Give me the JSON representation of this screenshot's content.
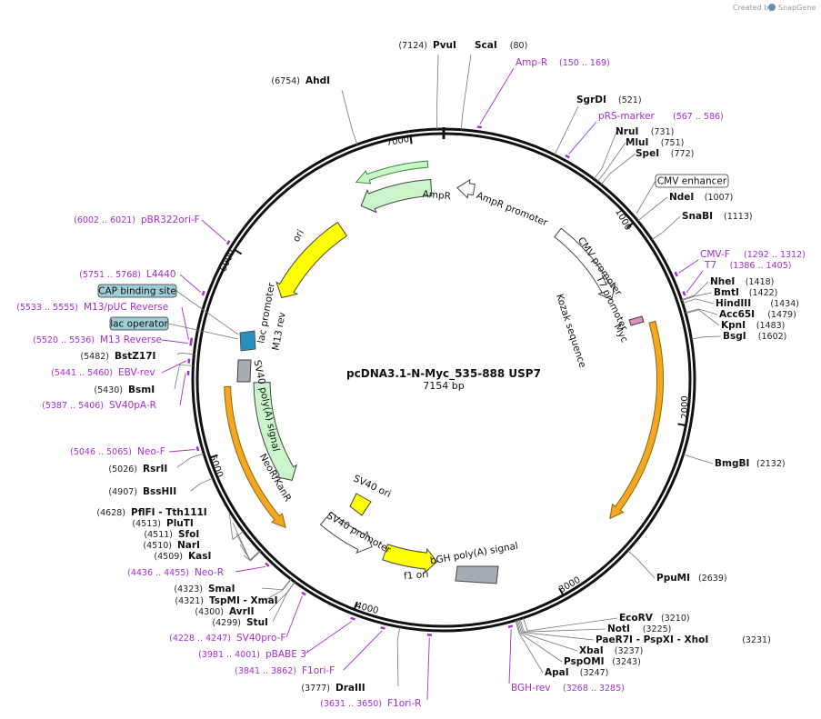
{
  "branding": {
    "prefix": "Created by",
    "product": "SnapGene"
  },
  "plasmid": {
    "name": "pcDNA3.1-N-Myc_535-888 USP7",
    "length_label": "7154 bp"
  },
  "ticks": [
    "1000",
    "2000",
    "3000",
    "4000",
    "5000",
    "6000",
    "7000"
  ],
  "enzymes": [
    {
      "name": "PvuI",
      "pos": "(7124)",
      "side": "left"
    },
    {
      "name": "ScaI",
      "pos": "(80)",
      "side": "right"
    },
    {
      "name": "AhdI",
      "pos": "(6754)",
      "side": "left"
    },
    {
      "name": "SgrDI",
      "pos": "(521)",
      "side": "right"
    },
    {
      "name": "NruI",
      "pos": "(731)",
      "side": "right"
    },
    {
      "name": "MluI",
      "pos": "(751)",
      "side": "right"
    },
    {
      "name": "SpeI",
      "pos": "(772)",
      "side": "right"
    },
    {
      "name": "NdeI",
      "pos": "(1007)",
      "side": "right"
    },
    {
      "name": "SnaBI",
      "pos": "(1113)",
      "side": "right"
    },
    {
      "name": "NheI",
      "pos": "(1418)",
      "side": "right"
    },
    {
      "name": "BmtI",
      "pos": "(1422)",
      "side": "right"
    },
    {
      "name": "HindIII",
      "pos": "(1434)",
      "side": "right"
    },
    {
      "name": "Acc65I",
      "pos": "(1479)",
      "side": "right"
    },
    {
      "name": "KpnI",
      "pos": "(1483)",
      "side": "right"
    },
    {
      "name": "BsgI",
      "pos": "(1602)",
      "side": "right"
    },
    {
      "name": "BmgBI",
      "pos": "(2132)",
      "side": "right"
    },
    {
      "name": "PpuMI",
      "pos": "(2639)",
      "side": "right"
    },
    {
      "name": "EcoRV",
      "pos": "(3210)",
      "side": "right"
    },
    {
      "name": "NotI",
      "pos": "(3225)",
      "side": "right"
    },
    {
      "name": "PaeR7I - PspXI - XhoI",
      "pos": "(3231)",
      "side": "right"
    },
    {
      "name": "XbaI",
      "pos": "(3237)",
      "side": "right"
    },
    {
      "name": "PspOMI",
      "pos": "(3243)",
      "side": "right"
    },
    {
      "name": "ApaI",
      "pos": "(3247)",
      "side": "right"
    },
    {
      "name": "DraIII",
      "pos": "(3777)",
      "side": "left"
    },
    {
      "name": "StuI",
      "pos": "(4299)",
      "side": "left"
    },
    {
      "name": "AvrII",
      "pos": "(4300)",
      "side": "left"
    },
    {
      "name": "TspMI - XmaI",
      "pos": "(4321)",
      "side": "left"
    },
    {
      "name": "SmaI",
      "pos": "(4323)",
      "side": "left"
    },
    {
      "name": "KasI",
      "pos": "(4509)",
      "side": "left"
    },
    {
      "name": "NarI",
      "pos": "(4510)",
      "side": "left"
    },
    {
      "name": "SfoI",
      "pos": "(4511)",
      "side": "left"
    },
    {
      "name": "PluTI",
      "pos": "(4513)",
      "side": "left"
    },
    {
      "name": "PflFI - Tth111I",
      "pos": "(4628)",
      "side": "left"
    },
    {
      "name": "BssHII",
      "pos": "(4907)",
      "side": "left"
    },
    {
      "name": "RsrII",
      "pos": "(5026)",
      "side": "left"
    },
    {
      "name": "BsmI",
      "pos": "(5430)",
      "side": "left"
    },
    {
      "name": "BstZ17I",
      "pos": "(5482)",
      "side": "left"
    }
  ],
  "primers": [
    {
      "name": "Amp-R",
      "pos": "(150 .. 169)"
    },
    {
      "name": "pRS-marker",
      "pos": "(567 .. 586)"
    },
    {
      "name": "CMV-F",
      "pos": "(1292 .. 1312)"
    },
    {
      "name": "T7",
      "pos": "(1386 .. 1405)"
    },
    {
      "name": "BGH-rev",
      "pos": "(3268 .. 3285)"
    },
    {
      "name": "F1ori-R",
      "pos": "(3631 .. 3650)"
    },
    {
      "name": "F1ori-F",
      "pos": "(3841 .. 3862)"
    },
    {
      "name": "pBABE 3'",
      "pos": "(3981 .. 4001)"
    },
    {
      "name": "SV40pro-F",
      "pos": "(4228 .. 4247)"
    },
    {
      "name": "Neo-R",
      "pos": "(4436 .. 4455)"
    },
    {
      "name": "Neo-F",
      "pos": "(5046 .. 5065)"
    },
    {
      "name": "SV40pA-R",
      "pos": "(5387 .. 5406)"
    },
    {
      "name": "EBV-rev",
      "pos": "(5441 .. 5460)"
    },
    {
      "name": "M13 Reverse",
      "pos": "(5520 .. 5536)"
    },
    {
      "name": "M13/pUC Reverse",
      "pos": "(5533 .. 5555)"
    },
    {
      "name": "L4440",
      "pos": "(5751 .. 5768)"
    },
    {
      "name": "pBR322ori-F",
      "pos": "(6002 .. 6021)"
    }
  ],
  "boxed_features": [
    {
      "name": "CMV enhancer",
      "color": "#ffffff"
    },
    {
      "name": "CAP binding site",
      "color": "#9ecdd6"
    },
    {
      "name": "lac operator",
      "color": "#9ecdd6"
    }
  ],
  "features": [
    {
      "name": "AmpR"
    },
    {
      "name": "AmpR promoter"
    },
    {
      "name": "CMV promoter"
    },
    {
      "name": "T7 promoter"
    },
    {
      "name": "Myc"
    },
    {
      "name": "Kozak sequence"
    },
    {
      "name": "ori"
    },
    {
      "name": "lac promoter"
    },
    {
      "name": "M13 rev"
    },
    {
      "name": "SV40 poly(A) signal"
    },
    {
      "name": "NeoR/KanR"
    },
    {
      "name": "SV40 ori"
    },
    {
      "name": "SV40 promoter"
    },
    {
      "name": "f1 ori"
    },
    {
      "name": "bGH poly(A) signal"
    }
  ],
  "colors": {
    "backbone": "#111111",
    "enzyme_text": "#111111",
    "primer": "#a42ed1",
    "ampr": "#c9f5c9",
    "ori": "#ffff00",
    "insert_orf": "#f5a623",
    "polyA": "#a6acb3",
    "cap_box": "#9ecdd6"
  }
}
